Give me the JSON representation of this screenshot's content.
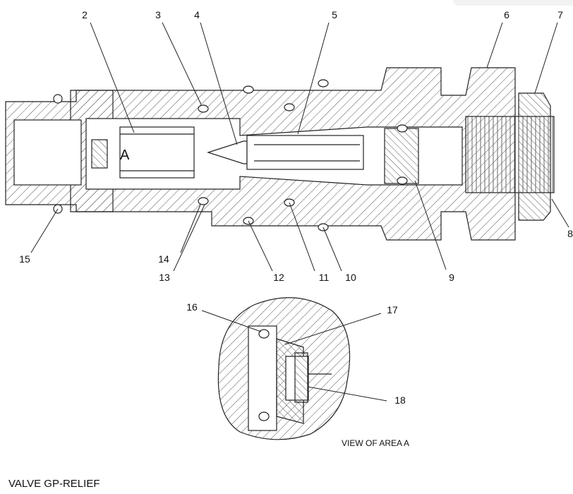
{
  "callouts": [
    "2",
    "3",
    "4",
    "5",
    "6",
    "7",
    "8",
    "9",
    "10",
    "11",
    "12",
    "13",
    "14",
    "15",
    "16",
    "17",
    "18"
  ],
  "area_marker": "A",
  "view_label": "VIEW OF AREA A",
  "caption": "VALVE GP-RELIEF"
}
